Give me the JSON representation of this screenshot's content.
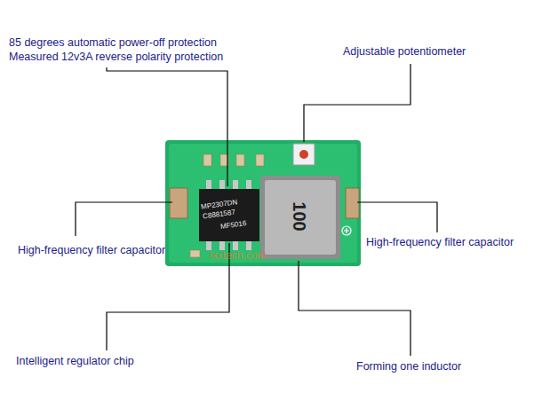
{
  "diagram": {
    "labels": [
      "85 degrees automatic power-off protection",
      "Measured 12v3A reverse polarity protection",
      "Adjustable potentiometer",
      "High-frequency filter capacitor",
      "High-frequency filter capacitor",
      "Intelligent regulator chip",
      "Forming one inductor",
      "MP2307DN",
      "C8881587",
      "MF5016",
      "100",
      "lxxtech.com"
    ]
  }
}
